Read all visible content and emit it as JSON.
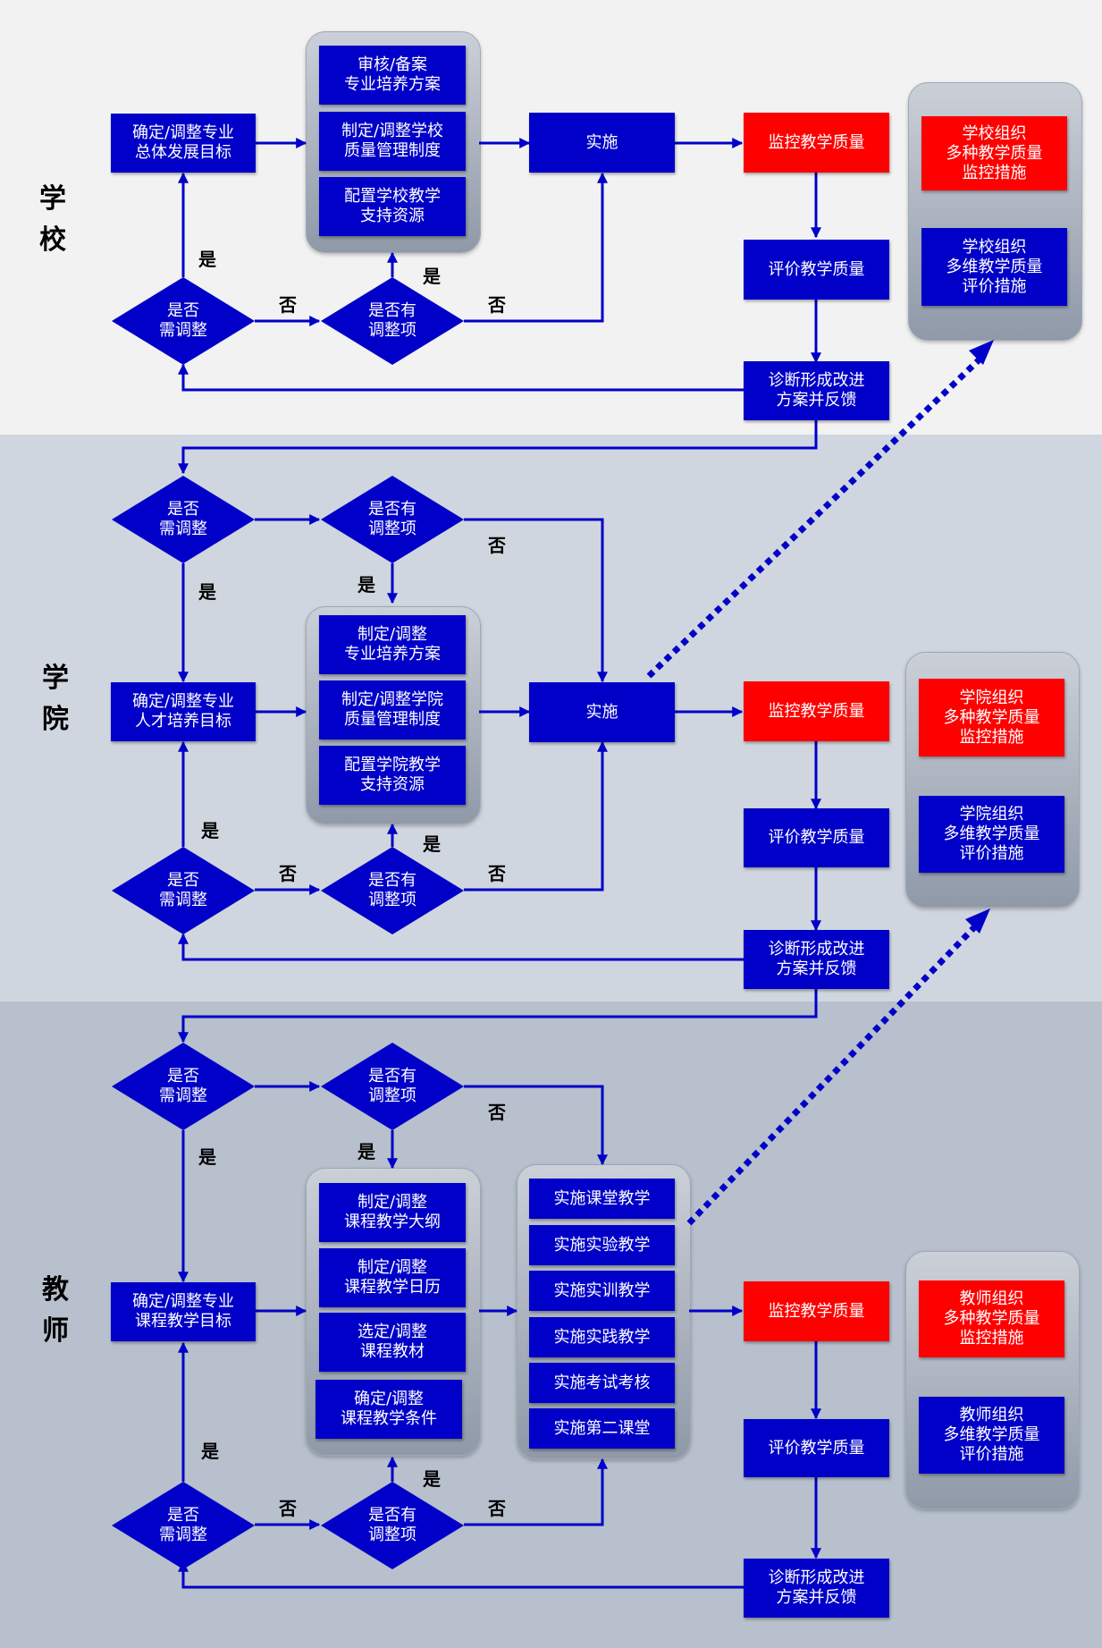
{
  "school": {
    "label": "学\n校",
    "goal": "确定/调整专业\n总体发展目标",
    "panel": [
      "审核/备案\n专业培养方案",
      "制定/调整学校\n质量管理制度",
      "配置学校教学\n支持资源"
    ],
    "implement": "实施",
    "monitor": "监控教学质量",
    "evaluate": "评价教学质量",
    "diagnose": "诊断形成改进\n方案并反馈",
    "d_adjust": "是否\n需调整",
    "d_items": "是否有\n调整项",
    "org_monitor": "学校组织\n多种教学质量\n监控措施",
    "org_eval": "学校组织\n多维教学质量\n评价措施"
  },
  "college": {
    "label": "学\n院",
    "goal": "确定/调整专业\n人才培养目标",
    "panel": [
      "制定/调整\n专业培养方案",
      "制定/调整学院\n质量管理制度",
      "配置学院教学\n支持资源"
    ],
    "implement": "实施",
    "monitor": "监控教学质量",
    "evaluate": "评价教学质量",
    "diagnose": "诊断形成改进\n方案并反馈",
    "d_top_adjust": "是否\n需调整",
    "d_top_items": "是否有\n调整项",
    "d_bot_adjust": "是否\n需调整",
    "d_bot_items": "是否有\n调整项",
    "org_monitor": "学院组织\n多种教学质量\n监控措施",
    "org_eval": "学院组织\n多维教学质量\n评价措施"
  },
  "teacher": {
    "label": "教\n师",
    "goal": "确定/调整专业\n课程教学目标",
    "panel": [
      "制定/调整\n课程教学大纲",
      "制定/调整\n课程教学日历",
      "选定/调整\n课程教材",
      "确定/调整\n课程教学条件"
    ],
    "implement": [
      "实施课堂教学",
      "实施实验教学",
      "实施实训教学",
      "实施实践教学",
      "实施考试考核",
      "实施第二课堂"
    ],
    "monitor": "监控教学质量",
    "evaluate": "评价教学质量",
    "diagnose": "诊断形成改进\n方案并反馈",
    "d_top_adjust": "是否\n需调整",
    "d_top_items": "是否有\n调整项",
    "d_bot_adjust": "是否\n需调整",
    "d_bot_items": "是否有\n调整项",
    "org_monitor": "教师组织\n多种教学质量\n监控措施",
    "org_eval": "教师组织\n多维教学质量\n评价措施"
  },
  "edge_labels": {
    "yes": "是",
    "no": "否"
  },
  "colors": {
    "blue": "#0000c8",
    "red": "#ff0000"
  }
}
